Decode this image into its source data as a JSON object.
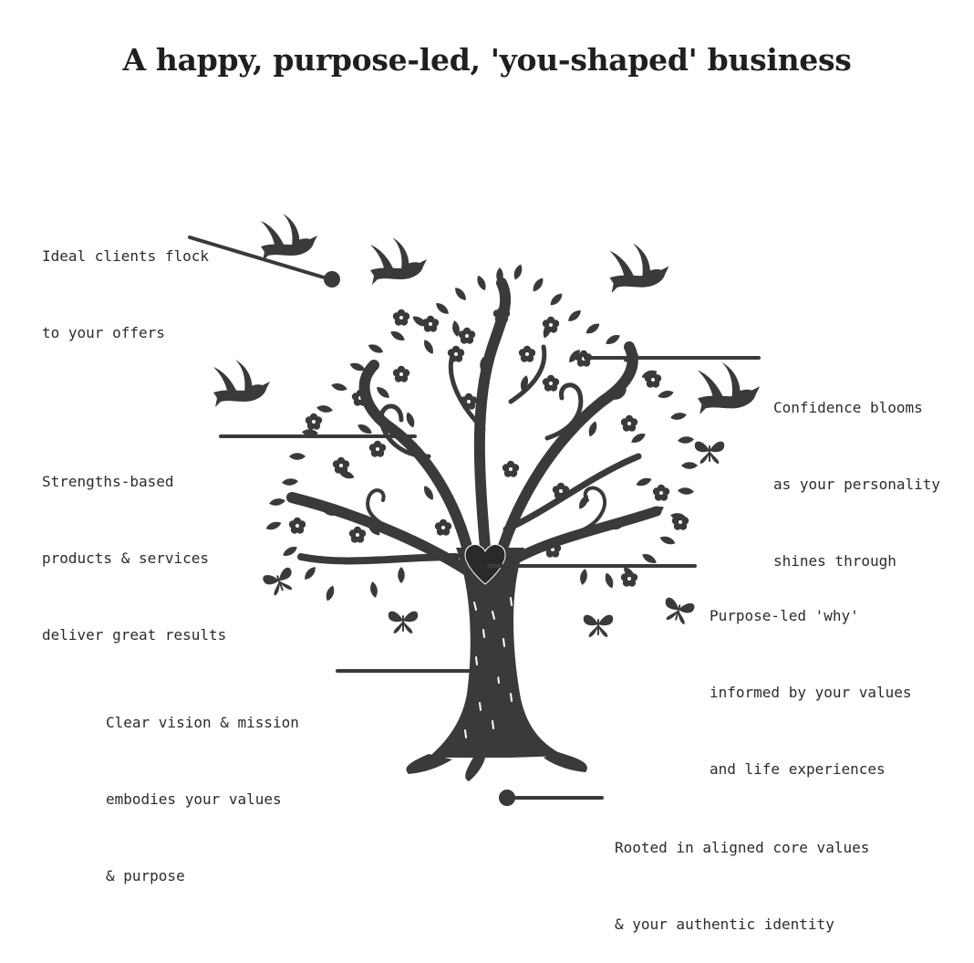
{
  "title": "A happy, purpose-led, 'you-shaped' business",
  "colors": {
    "ink": "#3a3a3a",
    "text": "#2b2b2b",
    "background": "#ffffff"
  },
  "annotations": {
    "clients": [
      "Ideal clients flock",
      "to your offers"
    ],
    "confidence": [
      "Confidence blooms",
      "as your personality",
      "shines through"
    ],
    "strengths": [
      "Strengths-based",
      "products & services",
      "deliver great results"
    ],
    "purpose": [
      "Purpose-led 'why'",
      "informed by your values",
      "and life experiences"
    ],
    "vision": [
      "Clear vision & mission",
      "embodies your values",
      "& purpose"
    ],
    "roots": [
      "Rooted in aligned core values",
      "& your authentic identity"
    ]
  },
  "icons": [
    "tree-illustration",
    "bird-icon",
    "butterfly-icon",
    "heart-icon",
    "flower-icon"
  ]
}
